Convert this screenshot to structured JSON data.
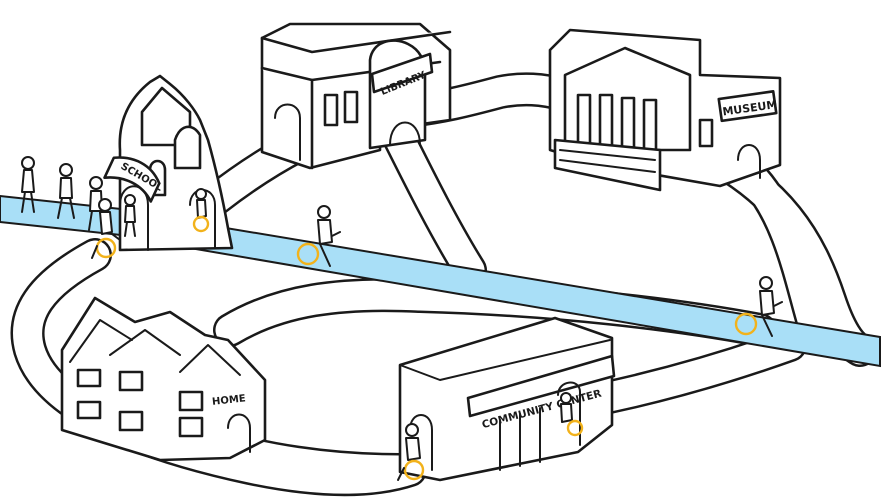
{
  "scene": {
    "colors": {
      "background": "#ffffff",
      "ink": "#1a1a1a",
      "water": "#a9dff7",
      "wheel": "#f2b21b"
    },
    "buildings": {
      "school": {
        "label": "SCHOOL"
      },
      "library": {
        "label": "LIBRARY"
      },
      "museum": {
        "label": "MUSEUM"
      },
      "home": {
        "label": "HOME"
      },
      "community_center": {
        "label": "COMMUNITY CENTER"
      }
    },
    "icons": [
      "pedestrian-icon",
      "wheelchair-user-icon"
    ]
  }
}
